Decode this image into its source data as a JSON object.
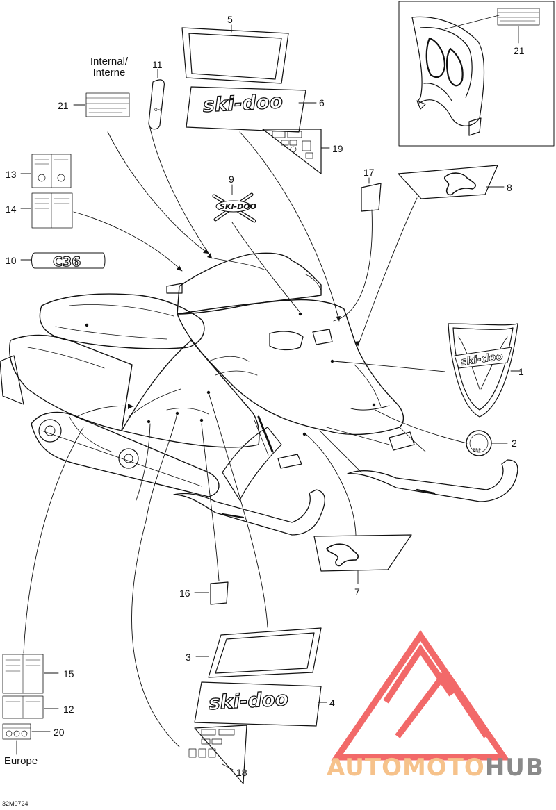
{
  "callouts": [
    {
      "num": "1"
    },
    {
      "num": "2"
    },
    {
      "num": "3"
    },
    {
      "num": "4"
    },
    {
      "num": "5"
    },
    {
      "num": "6"
    },
    {
      "num": "7"
    },
    {
      "num": "8"
    },
    {
      "num": "9"
    },
    {
      "num": "10"
    },
    {
      "num": "11"
    },
    {
      "num": "12"
    },
    {
      "num": "13"
    },
    {
      "num": "14"
    },
    {
      "num": "15"
    },
    {
      "num": "16"
    },
    {
      "num": "17"
    },
    {
      "num": "18"
    },
    {
      "num": "19"
    },
    {
      "num": "20"
    },
    {
      "num": "21"
    },
    {
      "num": "21"
    }
  ],
  "captions": {
    "internal": "Internal/",
    "interne": "Interne",
    "europe": "Europe"
  },
  "decals": {
    "skidoo": "ski-doo",
    "skidoo_small": "SKI-DOO",
    "c36": "C36",
    "off": "OFF",
    "brp": "BRP"
  },
  "drawing_code": "32M0724",
  "watermark": {
    "part_a": "AUTOMOTO",
    "part_b": "HUB"
  },
  "colors": {
    "line": "#111111",
    "watermark_red": "#f0504f",
    "watermark_orange": "#f6c28b",
    "watermark_gray": "#8a8a8a"
  }
}
